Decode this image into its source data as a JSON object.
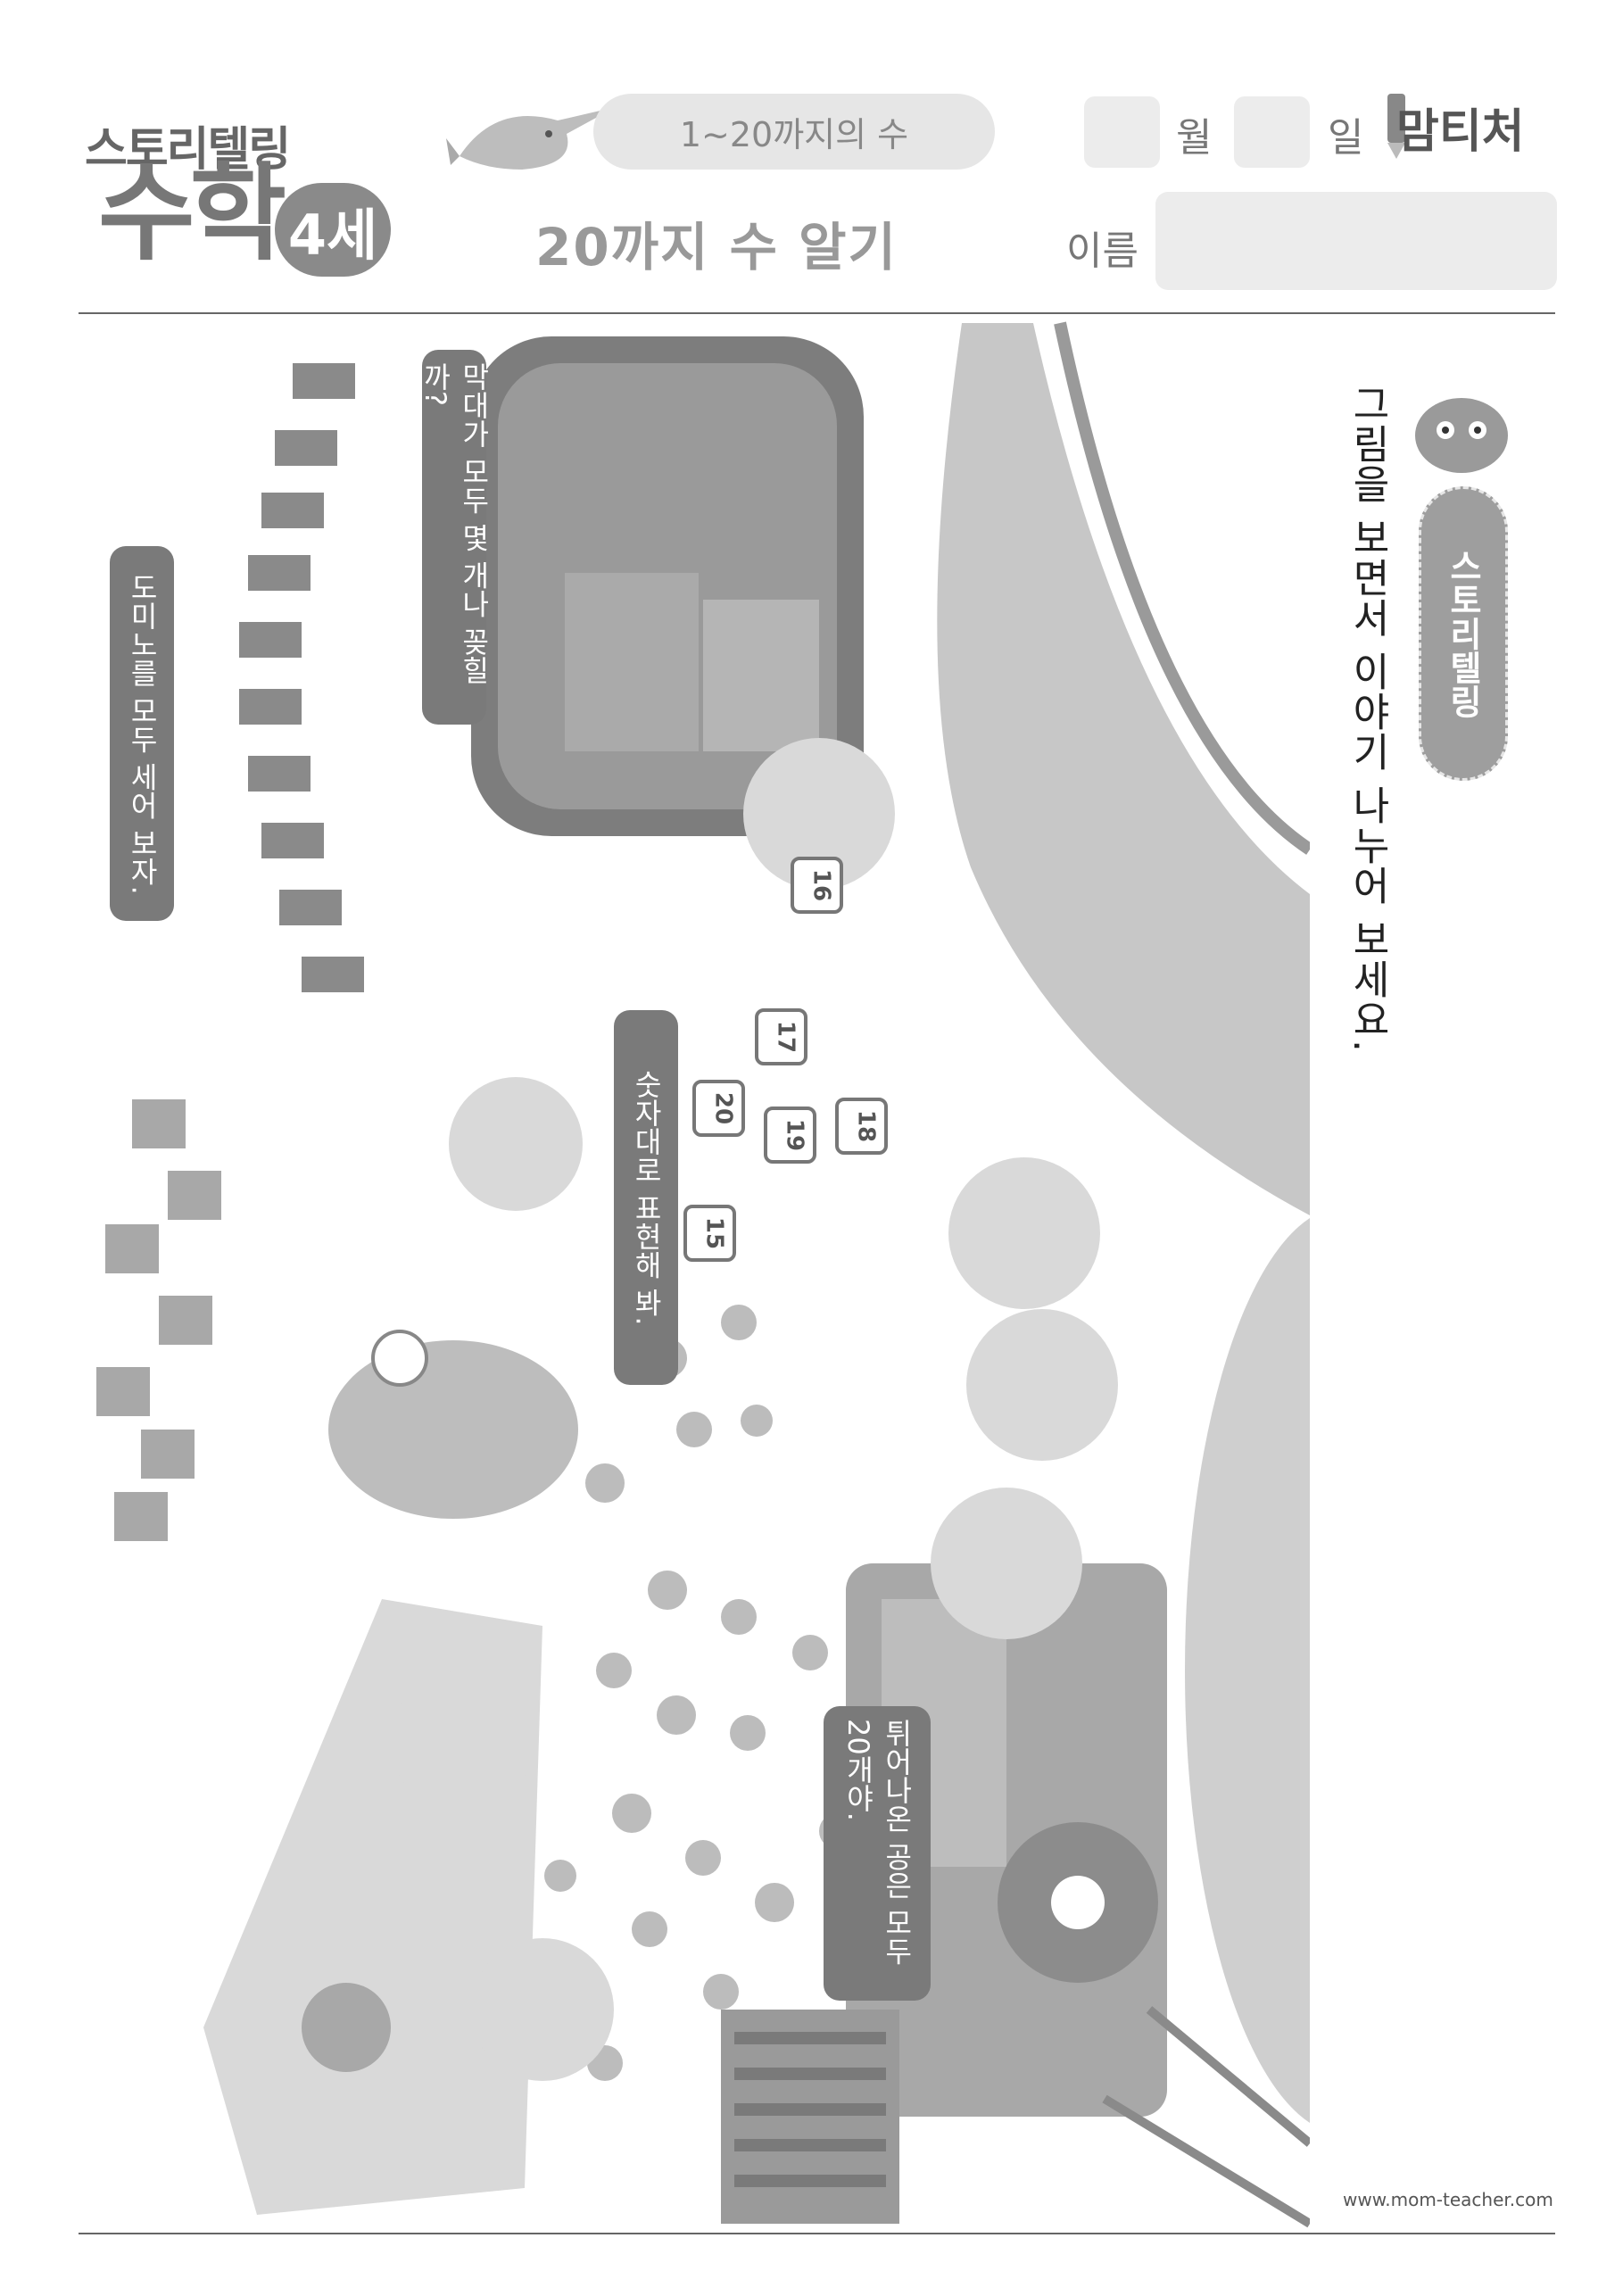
{
  "header": {
    "logo_top": "스토리텔링",
    "logo_main": "수학",
    "age_badge": "4세",
    "topic": "1~20까지의 수",
    "title": "20까지 수 알기",
    "month_label": "월",
    "day_label": "일",
    "brand": "맘티처",
    "name_label": "이름"
  },
  "sidebar": {
    "tag": "스토리텔링",
    "instruction": "그림을 보면서 이야기 나누어 보세요."
  },
  "bubbles": {
    "pegs": "막대가 모두 몇 개나 꽂힐까?",
    "dominoes": "도미노를 모두 세어 보자.",
    "order": "숫자대로 표현해 봐.",
    "balls": "튀어나온 공은 모두 20개야."
  },
  "cards": [
    "16",
    "17",
    "20",
    "19",
    "18",
    "15"
  ],
  "footer": {
    "url": "www.mom-teacher.com"
  },
  "colors": {
    "bubble": "#7a7a7a",
    "tag": "#9e9e9e",
    "panel": "#ececec"
  }
}
